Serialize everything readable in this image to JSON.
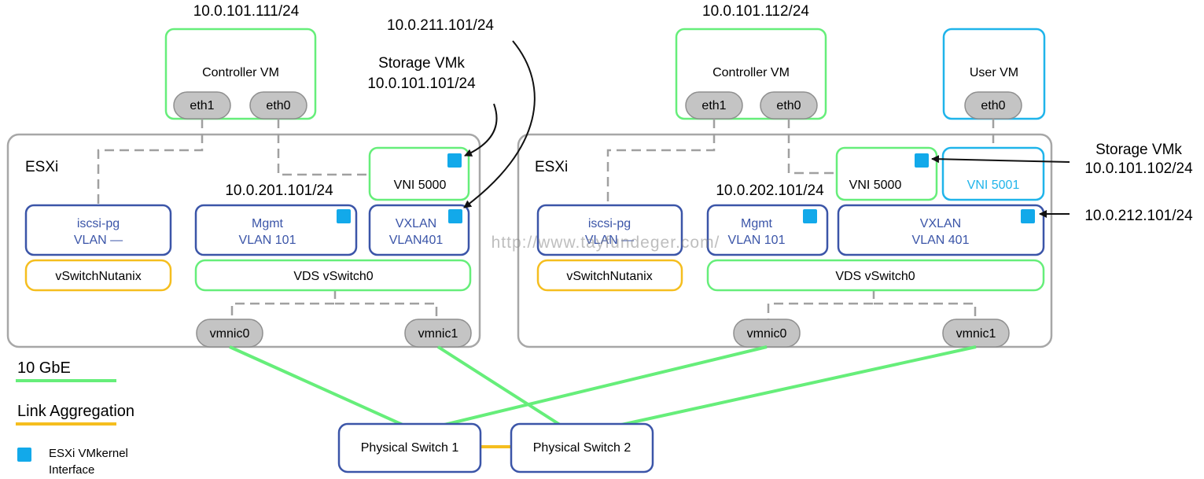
{
  "colors": {
    "green": "#66ee7a",
    "blue": "#3b55a8",
    "cyan": "#1fb4ea",
    "orange": "#f5be1f",
    "gray_border": "#a7a7a7",
    "nic_fill": "#c4c4c4",
    "vmk_square": "#12a9ea"
  },
  "top_annotations": {
    "host1_controller_ip": "10.0.101.111/24",
    "host2_controller_ip": "10.0.101.112/24",
    "vxlan_ip_host1": "10.0.211.101/24",
    "storage_vmk_host1_label": "Storage VMk",
    "storage_vmk_host1_ip": "10.0.101.101/24"
  },
  "host1": {
    "controller_vm": "Controller VM",
    "eth1": "eth1",
    "eth0": "eth0",
    "esxi": "ESXi",
    "vni": "VNI 5000",
    "mgmt_ip": "10.0.201.101/24",
    "iscsi_pg": "iscsi-pg",
    "iscsi_vlan": "VLAN —",
    "mgmt": "Mgmt",
    "mgmt_vlan": "VLAN 101",
    "vxlan": "VXLAN",
    "vxlan_vlan": "VLAN401",
    "vswitch_nutanix": "vSwitchNutanix",
    "vds": "VDS vSwitch0",
    "vmnic0": "vmnic0",
    "vmnic1": "vmnic1"
  },
  "host2": {
    "controller_vm": "Controller VM",
    "eth1": "eth1",
    "eth0": "eth0",
    "user_vm": "User VM",
    "user_eth0": "eth0",
    "esxi": "ESXi",
    "vni": "VNI 5000",
    "vni_user": "VNI 5001",
    "mgmt_ip": "10.0.202.101/24",
    "iscsi_pg": "iscsi-pg",
    "iscsi_vlan": "VLAN —",
    "mgmt": "Mgmt",
    "mgmt_vlan": "VLAN 101",
    "vxlan": "VXLAN",
    "vxlan_vlan": "VLAN 401",
    "vswitch_nutanix": "vSwitchNutanix",
    "vds": "VDS vSwitch0",
    "vmnic0": "vmnic0",
    "vmnic1": "vmnic1",
    "storage_vmk_label": "Storage VMk",
    "storage_vmk_ip": "10.0.101.102/24",
    "vxlan_ip": "10.0.212.101/24"
  },
  "switches": {
    "switch1": "Physical Switch 1",
    "switch2": "Physical Switch 2"
  },
  "legend": {
    "ten_gbe": "10 GbE",
    "link_aggregation": "Link Aggregation",
    "vmk_line1": "ESXi VMkernel",
    "vmk_line2": "Interface"
  },
  "watermark": "http://www.tayfundeger.com/"
}
